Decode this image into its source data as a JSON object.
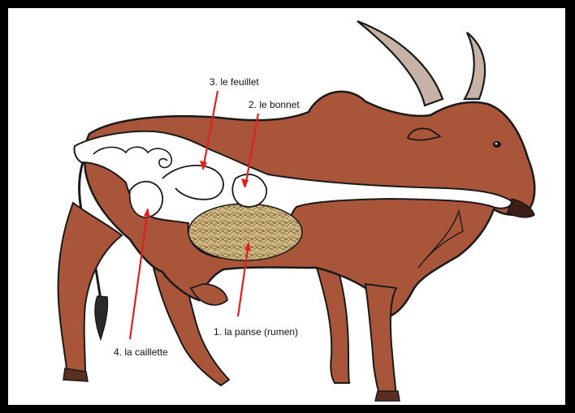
{
  "diagram": {
    "colors": {
      "body": "#a8553a",
      "outline": "#1a1a1a",
      "horn": "#c9b4a6",
      "digestive_tract": "#ffffff",
      "hay": "#c8b07a",
      "arrow": "#e02020",
      "frame": "#000000"
    },
    "labels": {
      "feuillet": "3. le feuillet",
      "bonnet": "2. le bonnet",
      "panse": "1. la panse (rumen)",
      "caillette": "4. la caillette"
    }
  }
}
